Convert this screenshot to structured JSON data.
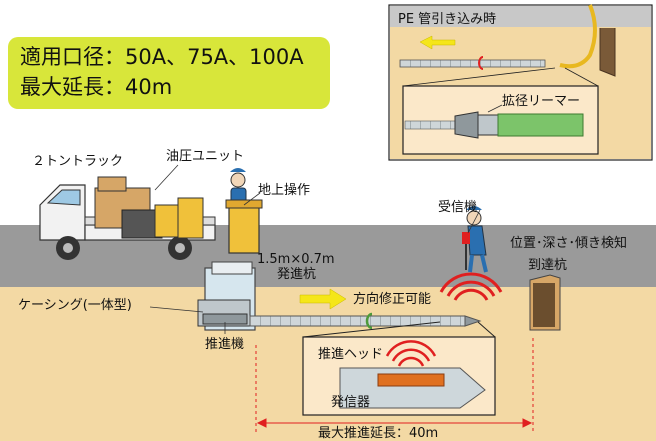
{
  "spec": {
    "line1": "適用口径：50A、75A、100A",
    "line2": "最大延長：40m"
  },
  "inset": {
    "title": "PE 管引き込み時",
    "reamer_label": "拡径リーマー"
  },
  "labels": {
    "truck": "２トントラック",
    "hydraulic_unit": "油圧ユニット",
    "ground_operation": "地上操作",
    "pit_size": "1.5m×0.7m",
    "start_pit": "発進杭",
    "receiver": "受信機",
    "detection": "位置･深さ･傾き検知",
    "arrival_pit": "到達杭",
    "casing": "ケーシング(一体型)",
    "pusher": "推進機",
    "steerable": "方向修正可能",
    "push_head": "推進ヘッド",
    "transmitter": "発信器",
    "max_length": "最大推進延長：40m"
  },
  "colors": {
    "spec_bg": "#d8e63a",
    "ground": "#f3d9a4",
    "road": "#9a9a9a",
    "arrow": "#f5e619",
    "signal": "#e02020",
    "pipe_green": "#7cc46a",
    "hydraulic_yellow": "#f0c13a"
  }
}
